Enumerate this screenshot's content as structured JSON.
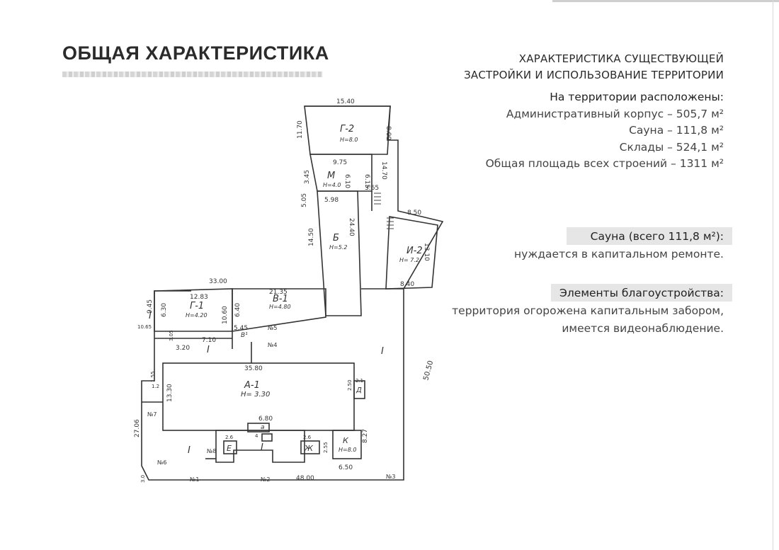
{
  "title": "ОБЩАЯ ХАРАКТЕРИСТИКА",
  "section_heading": [
    "ХАРАКТЕРИСТИКА СУЩЕСТВУЮЩЕЙ",
    "ЗАСТРОЙКИ И ИСПОЛЬЗОВАНИЕ ТЕРРИТОРИИ"
  ],
  "buildings": {
    "lead": "На территории расположены:",
    "items": [
      "Административный  корпус – 505,7 м²",
      "Сауна – 111,8 м²",
      "Склады – 524,1 м²",
      "Общая площадь всех строений – 1311 м²"
    ]
  },
  "sauna": {
    "lead": "Сауна  (всего 111,8  м²):",
    "text": "нуждается в капитальном ремонте."
  },
  "amenities": {
    "lead": "Элементы благоустройства:",
    "lines": [
      "территория огорожена капитальным забором,",
      "имеется видеонаблюдение."
    ]
  },
  "plan": {
    "labels": {
      "g2": "Г-2",
      "g2h": "Н=8.0",
      "m": "М",
      "mh": "Н=4.0",
      "b": "Б",
      "bh": "Н=5.2",
      "i2": "И-2",
      "i2h": "Н= 7.2",
      "g1": "Г-1",
      "g1h": "Н=4.20",
      "v1": "В-1",
      "v1h": "Н=4.80",
      "a1": "А-1",
      "a1h": "Н= 3.30",
      "v1small": "В¹",
      "e": "Е",
      "zh": "Ж",
      "k": "К",
      "kh": "Н=8.0",
      "d": "Д",
      "a": "а",
      "yard1": "I",
      "yard2": "I",
      "yard3": "I",
      "yard4": "I",
      "yard5": "I"
    },
    "dims": {
      "d1540": "15.40",
      "d800": "8.00",
      "d1170": "11.70",
      "d1470": "14.70",
      "d975": "9.75",
      "d345": "3.45",
      "d505": "5.05",
      "d598": "5.98",
      "d610": "6.10",
      "d615": "6.15",
      "d365": "3.65",
      "d2440": "24.40",
      "d1450": "14.50",
      "d850": "8.50",
      "d1310": "13.10",
      "d840": "8.40",
      "d3300": "33.00",
      "d1283": "12.83",
      "d2135": "21.35",
      "d630": "6.30",
      "d640": "6.40",
      "d1060": "10.60",
      "d945": "9.45",
      "d1065": "10.65",
      "d545": "5.45",
      "d710": "7.10",
      "d320": "3.20",
      "d305": "3.05",
      "d3580": "35.80",
      "d1330": "13.30",
      "d2706": "27.06",
      "d680": "6.80",
      "d5050": "50.50",
      "d4800": "48.00",
      "d650": "6.50",
      "d827": "8.27",
      "d255": "2.55",
      "d26a": "2.6",
      "d26b": "2.6",
      "d250": "2.50",
      "d12": "1.2",
      "d15": "1.55",
      "d21": "2.1",
      "d30": "3.0",
      "d4": "4",
      "n1": "№1",
      "n2": "№2",
      "n3": "№3",
      "n4": "№4",
      "n5": "№5",
      "n6": "№6",
      "n7": "№7",
      "n8": "№8"
    }
  }
}
